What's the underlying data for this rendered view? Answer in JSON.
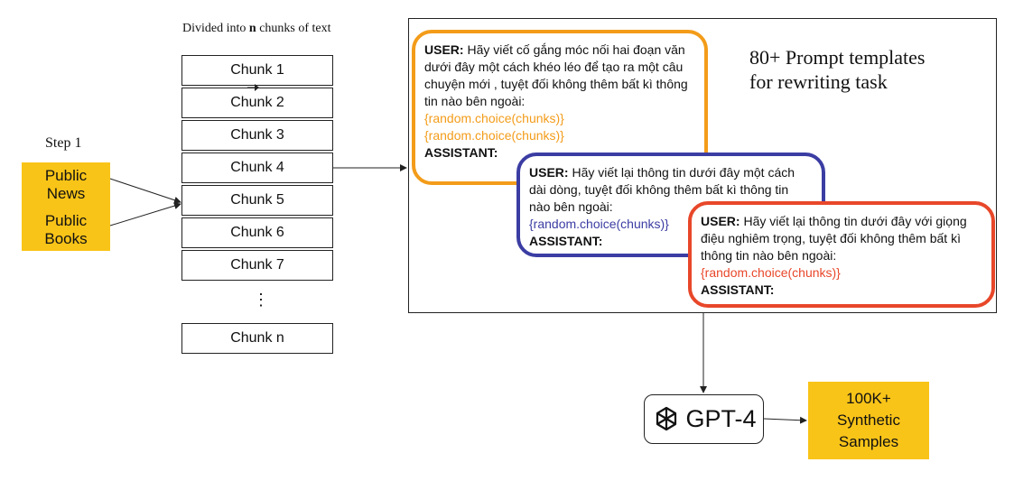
{
  "step_label": "Step 1",
  "sources": [
    "Public News",
    "Public Books"
  ],
  "divided_label": {
    "prefix": "Divided into ",
    "bold": "n",
    "suffix": " chunks of text"
  },
  "chunks": [
    "Chunk 1",
    "Chunk 2",
    "Chunk 3",
    "Chunk 4",
    "Chunk 5",
    "Chunk 6",
    "Chunk 7"
  ],
  "chunk_ellipsis": "⋮",
  "chunk_last": "Chunk n",
  "templates_title_line1": "80+ Prompt templates",
  "templates_title_line2": "for rewriting task",
  "cards": [
    {
      "user_role": "USER:",
      "user_text": " Hãy viết cố gắng móc nối hai đoạn văn dưới đây một cách khéo léo để tạo ra một câu chuyện mới , tuyệt đối không thêm bất kì thông tin nào bên ngoài:",
      "var_lines": [
        "{random.choice(chunks)}",
        "{random.choice(chunks)}"
      ],
      "assistant_role": "ASSISTANT:",
      "color": "#f39c1a"
    },
    {
      "user_role": "USER:",
      "user_text": " Hãy viết lại thông tin dưới đây một cách dài dòng, tuyệt đối không thêm bất kì thông tin nào bên ngoài:",
      "var_lines": [
        "{random.choice(chunks)}"
      ],
      "assistant_role": "ASSISTANT:",
      "color": "#3b3da3"
    },
    {
      "user_role": "USER:",
      "user_text": " Hãy viết lại thông tin dưới đây với giọng điệu nghiêm trọng, tuyệt đối không thêm bất kì thông tin nào bên ngoài:",
      "var_lines": [
        "{random.choice(chunks)}"
      ],
      "assistant_role": "ASSISTANT:",
      "color": "#e8472a"
    }
  ],
  "model_icon": "openai-logo-icon",
  "model_label": "GPT-4",
  "output_label": "100K+ Synthetic Samples",
  "colors": {
    "source_fill": "#f9c418",
    "card1": "#f39c1a",
    "card2": "#3b3da3",
    "card3": "#e8472a"
  }
}
